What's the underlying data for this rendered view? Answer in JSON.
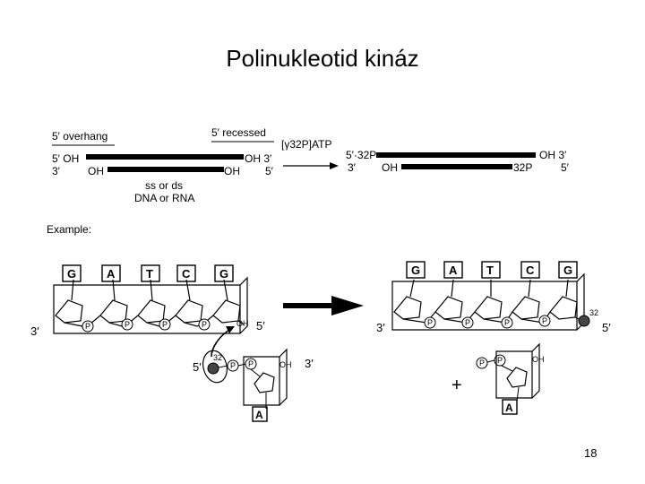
{
  "slide": {
    "title": "Polinukleotid kináz",
    "page_number": "18"
  },
  "top": {
    "overhang_label": "5′ overhang",
    "recessed_label": "5′ recessed",
    "left_strand": {
      "top_left": "5′ OH",
      "bottom_left_end": "3′",
      "bottom_left_oh": "OH",
      "top_right": "OH 3′",
      "bottom_right_oh": "OH",
      "bottom_right_end": "5′"
    },
    "strand_type": [
      "ss or ds",
      "DNA or RNA"
    ],
    "reagent": "[γ32P]ATP",
    "right_strand": {
      "top_left": "5′·32P",
      "bottom_left_end": "3′",
      "bottom_left_oh": "OH",
      "top_right": "OH 3′",
      "bottom_right_p": "32P",
      "bottom_right_end": "5′"
    }
  },
  "example": {
    "label": "Example:",
    "bases": [
      "G",
      "A",
      "T",
      "C",
      "G"
    ],
    "phosphate": "P",
    "oh": "OH",
    "three_prime": "3′",
    "five_prime": "5′",
    "isotope": "32",
    "adenine": "A",
    "plus": "+"
  },
  "colors": {
    "ink": "#000000",
    "background": "#ffffff",
    "label_dot": "#444444"
  }
}
